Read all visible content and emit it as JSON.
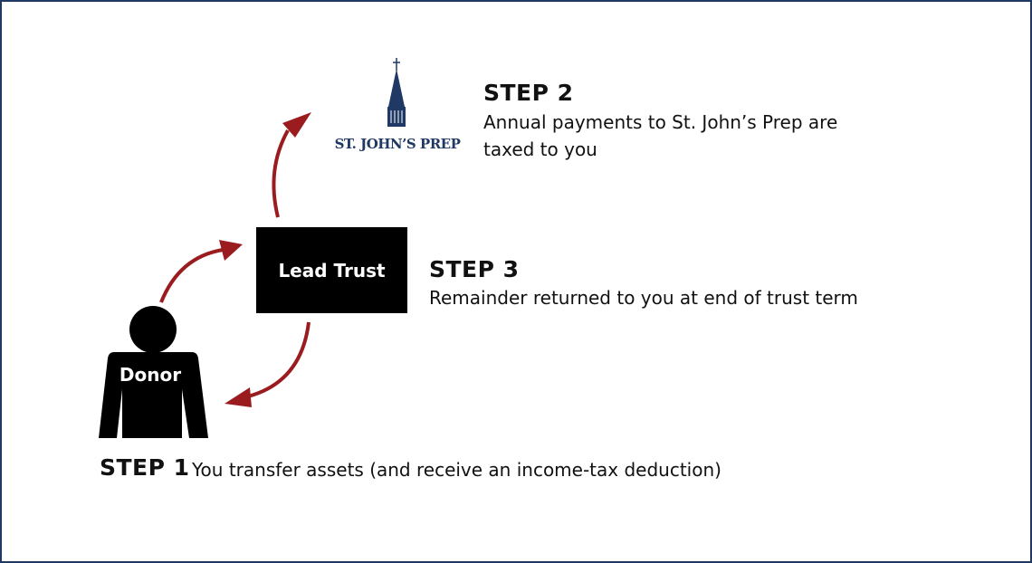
{
  "colors": {
    "arrow": "#9b1c1f",
    "frame_border": "#1f3864",
    "logo_navy": "#1f3864",
    "box_fill": "#000000"
  },
  "steps": {
    "step1": {
      "heading": "STEP 1",
      "text": "You transfer assets (and receive an income-tax deduction)"
    },
    "step2": {
      "heading": "STEP 2",
      "text": "Annual payments to St. John’s Prep are taxed to you"
    },
    "step3": {
      "heading": "STEP 3",
      "text": "Remainder returned to you at end of trust term"
    }
  },
  "nodes": {
    "donor": {
      "label": "Donor",
      "icon": "person-silhouette-icon"
    },
    "lead_trust": {
      "label": "Lead Trust"
    },
    "school": {
      "name": "ST. JOHN’S PREP",
      "icon": "steeple-logo-icon"
    }
  }
}
